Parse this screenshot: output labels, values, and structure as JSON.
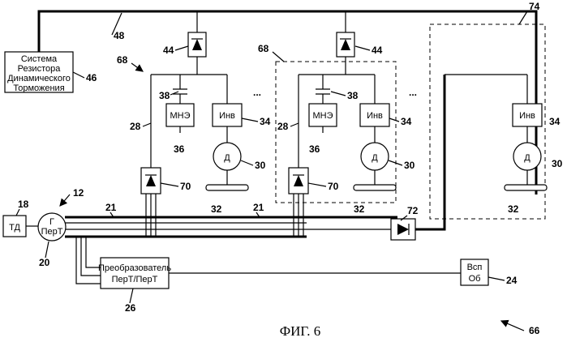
{
  "labels": {
    "system_line1": "Система",
    "system_line2": "Резистора",
    "system_line3": "Динамического",
    "system_line4": "Торможения",
    "td": "ТД",
    "gen_line1": "Г",
    "gen_line2": "ПерТ",
    "mne1": "МНЭ",
    "mne2": "МНЭ",
    "inv1": "Инв",
    "inv2": "Инв",
    "inv3": "Инв",
    "motor1": "Д",
    "motor2": "Д",
    "motor3": "Д",
    "converter_line1": "Преобразователь",
    "converter_line2": "ПерТ/ПерТ",
    "aux_line1": "Всп",
    "aux_line2": "Об",
    "ellipsis1": "...",
    "ellipsis2": "...",
    "caption": "ФИГ. 6"
  },
  "refs": {
    "r48": "48",
    "r44a": "44",
    "r44b": "44",
    "r74": "74",
    "r68a": "68",
    "r68b": "68",
    "r46": "46",
    "r38a": "38",
    "r38b": "38",
    "r28a": "28",
    "r28b": "28",
    "r34a": "34",
    "r34b": "34",
    "r34c": "34",
    "r36a": "36",
    "r36b": "36",
    "r30a": "30",
    "r30b": "30",
    "r30c": "30",
    "r70a": "70",
    "r70b": "70",
    "r72": "72",
    "r32a": "32",
    "r32b": "32",
    "r32c": "32",
    "r18": "18",
    "r12": "12",
    "r21a": "21",
    "r21b": "21",
    "r20": "20",
    "r26": "26",
    "r24": "24",
    "r66": "66"
  }
}
